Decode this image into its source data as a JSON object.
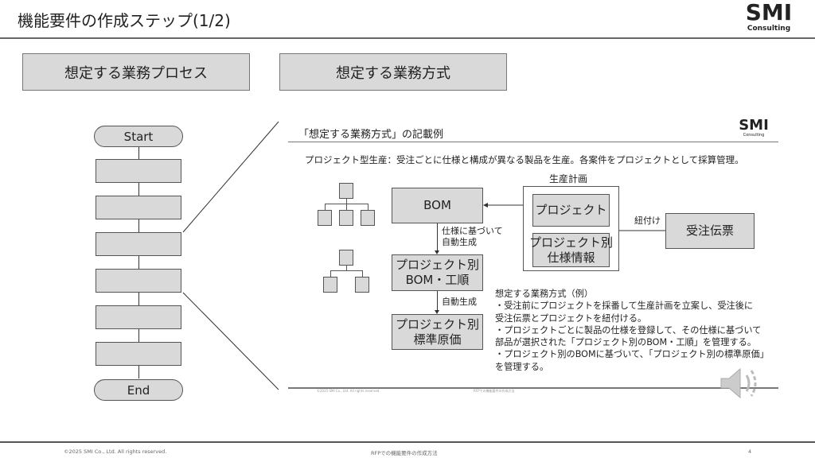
{
  "header": {
    "title": "機能要件の作成ステップ(1/2)",
    "logo_main": "SMI",
    "logo_sub": "Consulting"
  },
  "sections": {
    "left": "想定する業務プロセス",
    "right": "想定する業務方式"
  },
  "flow": {
    "start": "Start",
    "end": "End"
  },
  "example": {
    "title": "「想定する業務方式」の記載例",
    "logo_main": "SMI",
    "logo_sub": "Consulting",
    "description": "プロジェクト型生産：受注ごとに仕様と構成が異なる製品を生産。各案件をプロジェクトとして採算管理。",
    "plan_label": "生産計画",
    "bom": "BOM",
    "project": "プロジェクト",
    "project_spec": "プロジェクト別\n仕様情報",
    "order": "受注伝票",
    "link_label": "紐付け",
    "gen1_label": "仕様に基づいて\n自動生成",
    "project_bom": "プロジェクト別\nBOM・工順",
    "gen2_label": "自動生成",
    "project_cost": "プロジェクト別\n標準原価",
    "notes": "想定する業務方式（例）\n・受注前にプロジェクトを採番して生産計画を立案し、受注後に\n受注伝票とプロジェクトを紐付ける。\n・プロジェクトごとに製品の仕様を登録して、その仕様に基づいて\n部品が選択された「プロジェクト別のBOM・工順」を管理する。\n・プロジェクト別のBOMに基づいて、「プロジェクト別の標準原価」\nを管理する。",
    "footer_copy": "©2025 SMI Co., Ltd. All rights reserved.",
    "footer_title": "RFPでの機能要件の作成方法"
  },
  "footer": {
    "copyright": "©2025 SMI Co., Ltd. All rights reserved.",
    "title": "RFPでの機能要件の作成方法",
    "page": "4"
  }
}
